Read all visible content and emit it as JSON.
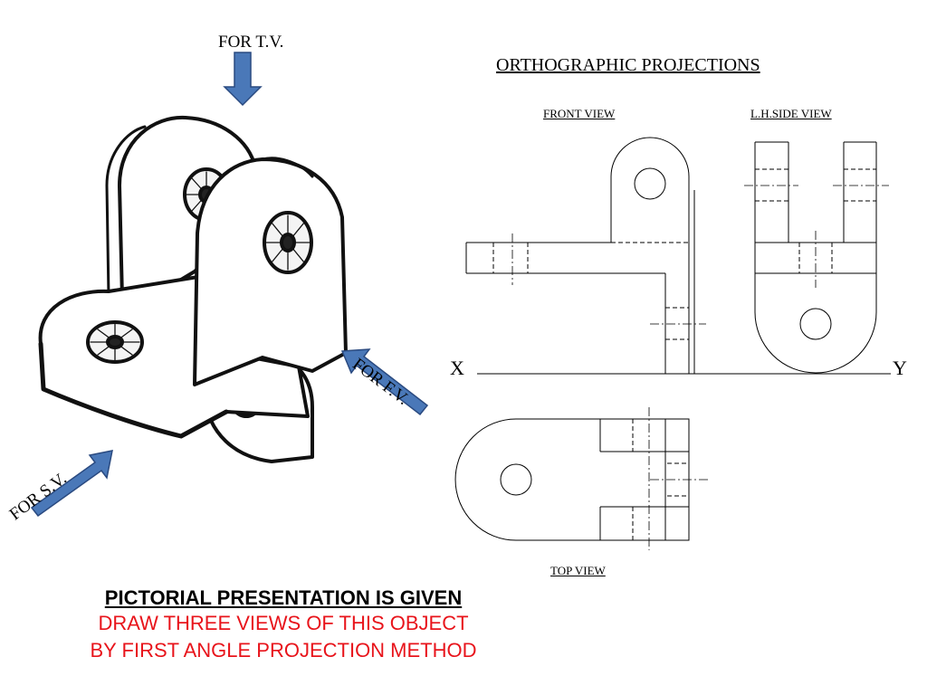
{
  "arrows": {
    "tv_label": "FOR T.V.",
    "fv_label": "FOR F.V.",
    "sv_label": "FOR S.V.",
    "color": "#4a78b8"
  },
  "projections": {
    "title": "ORTHOGRAPHIC PROJECTIONS",
    "front_view": "FRONT VIEW",
    "side_view": "L.H.SIDE VIEW",
    "top_view": "TOP VIEW",
    "x_label": "X",
    "y_label": "Y"
  },
  "instructions": {
    "heading": "PICTORIAL PRESENTATION IS GIVEN",
    "line1": "DRAW THREE VIEWS OF THIS OBJECT",
    "line2": "BY FIRST ANGLE PROJECTION METHOD",
    "text_color": "#e8141b"
  }
}
